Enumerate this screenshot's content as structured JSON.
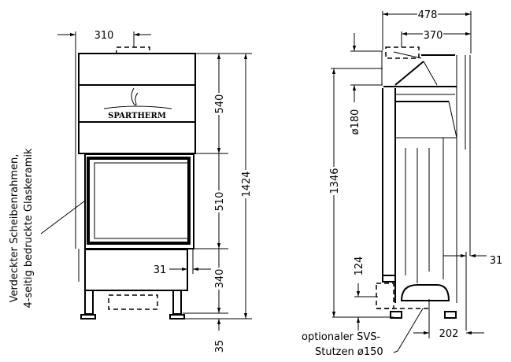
{
  "front_view": {
    "brand": "SPARTHERM",
    "dims": {
      "top_offset": "310",
      "upper": "540",
      "window": "510",
      "lower": "340",
      "total": "1424",
      "feet": "35",
      "frame": "31"
    },
    "annotation": [
      "Verdeckter Scheibenrahmen,",
      "4-seitig bedruckte Glaskeramik"
    ]
  },
  "side_view": {
    "dims": {
      "depth": "478",
      "flue_offset": "370",
      "flue_diameter": "ø180",
      "flue_height": "1346",
      "bottom": "124",
      "frame": "31",
      "bottom_offset": "202"
    },
    "annotation": [
      "optionaler SVS-",
      "Stutzen ø150"
    ]
  }
}
